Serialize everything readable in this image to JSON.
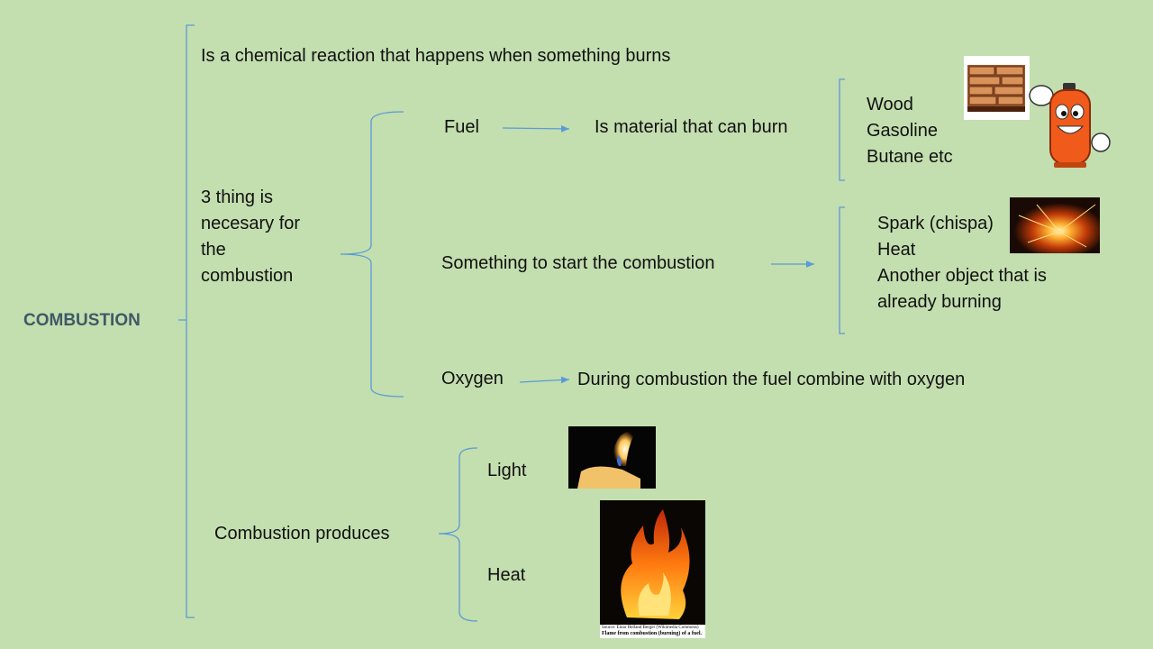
{
  "root": {
    "label": "COMBUSTION"
  },
  "definition": "Is a chemical reaction that happens when something burns",
  "requirements": {
    "heading": [
      "3 thing is",
      "necesary for",
      "the",
      "combustion"
    ],
    "fuel": {
      "label": "Fuel",
      "description": "Is material that can burn",
      "examples": [
        "Wood",
        "Gasoline",
        "Butane etc"
      ]
    },
    "ignition": {
      "label": "Something to start the combustion",
      "examples": [
        "Spark (chispa)",
        "Heat",
        "Another object that is",
        "already burning"
      ]
    },
    "oxygen": {
      "label": "Oxygen",
      "description": "During combustion the fuel combine with oxygen"
    }
  },
  "products": {
    "label": "Combustion produces",
    "items": [
      "Light",
      "Heat"
    ]
  },
  "fire_photo_caption": {
    "source": "Source: Einar Helland Berger (Wikimedia Commons)",
    "text": "Flame from combustion (burning) of a fuel."
  },
  "colors": {
    "background": "#c3deaf",
    "connector": "#5b9bd5",
    "title": "#3e5a66"
  }
}
